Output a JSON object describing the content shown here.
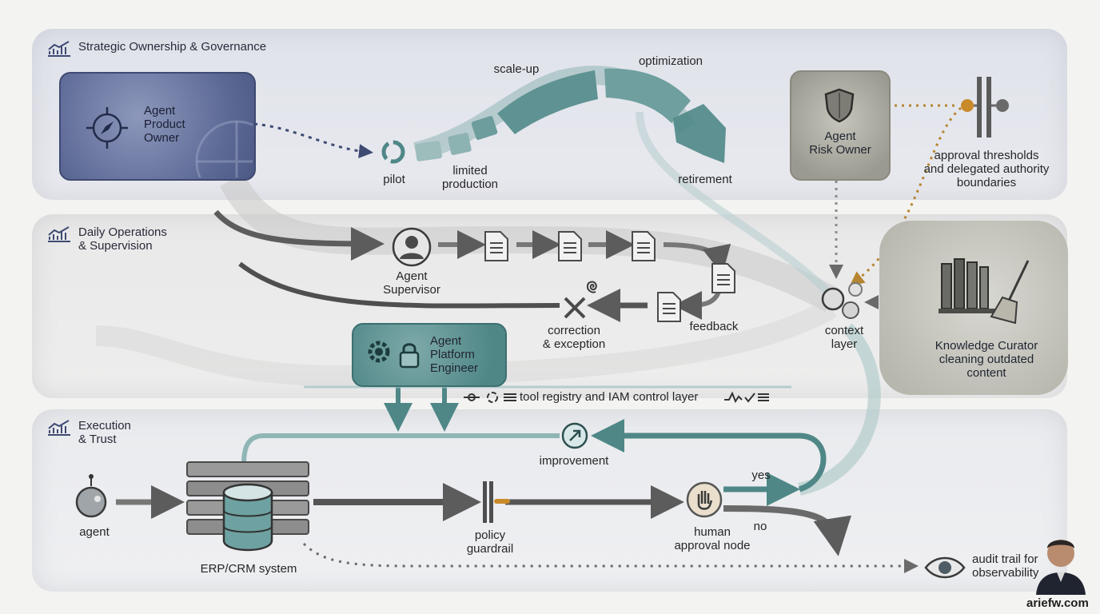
{
  "lanes": {
    "strategic": "Strategic Ownership & Governance",
    "daily_line1": "Daily Operations",
    "daily_line2": "& Supervision",
    "exec_line1": "Execution",
    "exec_line2": "& Trust"
  },
  "roles": {
    "product_owner": [
      "Agent",
      "Product",
      "Owner"
    ],
    "risk_owner": [
      "Agent",
      "Risk Owner"
    ],
    "supervisor": [
      "Agent",
      "Supervisor"
    ],
    "platform_engineer": [
      "Agent",
      "Platform",
      "Engineer"
    ],
    "curator": [
      "Knowledge Curator",
      "cleaning outdated",
      "content"
    ]
  },
  "lifecycle": {
    "pilot": "pilot",
    "limited_production": [
      "limited",
      "production"
    ],
    "scale_up": "scale-up",
    "optimization": "optimization",
    "retirement": "retirement"
  },
  "operations": {
    "correction": [
      "correction",
      "& exception"
    ],
    "feedback": "feedback",
    "context_layer": [
      "context",
      "layer"
    ],
    "tool_registry": "tool registry and IAM control layer",
    "approval_thresholds": [
      "approval thresholds",
      "and delegated authority",
      "boundaries"
    ]
  },
  "execution": {
    "agent": "agent",
    "erp": "ERP/CRM system",
    "policy": [
      "policy",
      "guardrail"
    ],
    "human_approval": [
      "human",
      "approval node"
    ],
    "yes": "yes",
    "no": "no",
    "improvement": "improvement",
    "audit": [
      "audit trail for",
      "observability"
    ]
  },
  "credit": "ariefw.com",
  "colors": {
    "navy": "#4d5985",
    "teal": "#4f8787",
    "gray": "#6f6f6f",
    "gold": "#c98a2a"
  }
}
